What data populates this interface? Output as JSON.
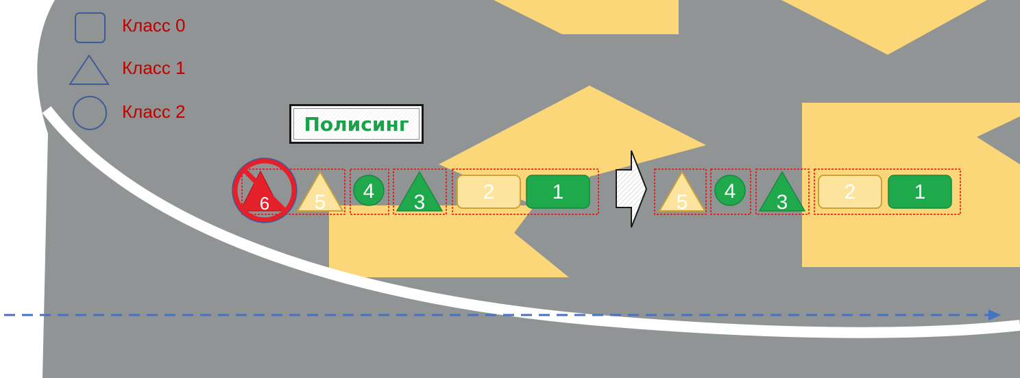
{
  "legend": [
    {
      "shape": "square",
      "label": "Класс 0"
    },
    {
      "shape": "triangle",
      "label": "Класс 1"
    },
    {
      "shape": "circle",
      "label": "Класс 2"
    }
  ],
  "title": "Полисинг",
  "before_queue": [
    {
      "id": "6",
      "shape": "triangle",
      "color": "red",
      "dropped": true
    },
    {
      "id": "5",
      "shape": "triangle",
      "color": "yellow"
    },
    {
      "id": "4",
      "shape": "circle",
      "color": "green"
    },
    {
      "id": "3",
      "shape": "triangle",
      "color": "green"
    },
    {
      "id": "2",
      "shape": "square",
      "color": "yellow"
    },
    {
      "id": "1",
      "shape": "square",
      "color": "green"
    }
  ],
  "after_queue": [
    {
      "id": "5",
      "shape": "triangle",
      "color": "yellow"
    },
    {
      "id": "4",
      "shape": "circle",
      "color": "green"
    },
    {
      "id": "3",
      "shape": "triangle",
      "color": "green"
    },
    {
      "id": "2",
      "shape": "square",
      "color": "yellow"
    },
    {
      "id": "1",
      "shape": "square",
      "color": "green"
    }
  ],
  "colors": {
    "road": "#919494",
    "lane_arrow": "#fcd779",
    "legend_stroke": "#3e5a9a",
    "legend_text": "#c00000",
    "green_fill": "#20a84c",
    "yellow_fill": "#fde49e",
    "yellow_stroke": "#c9a33a",
    "red_fill": "#e4202a",
    "group_border": "#ff0000",
    "timeline": "#4472c4",
    "title_text": "#1aa24a"
  }
}
